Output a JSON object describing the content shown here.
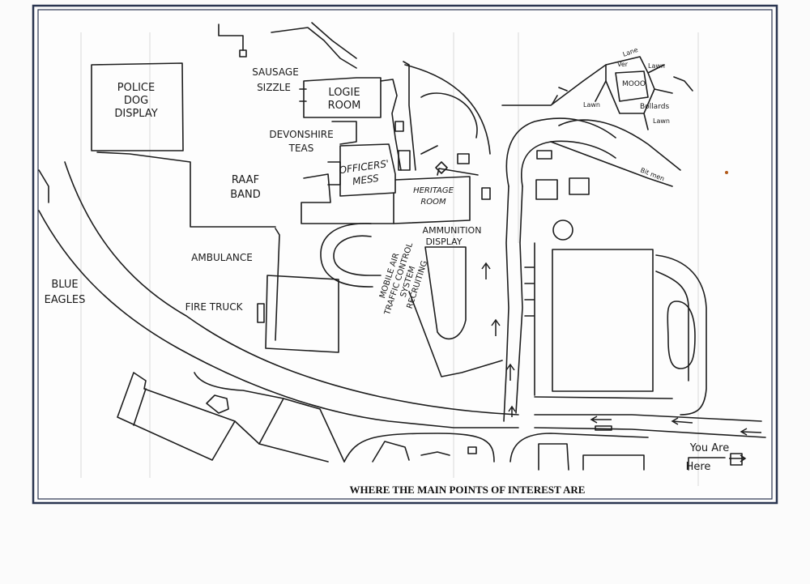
{
  "caption": "WHERE THE MAIN POINTS OF INTEREST ARE",
  "labels": {
    "police_dog": [
      "POLICE",
      "DOG",
      "DISPLAY"
    ],
    "sausage": [
      "SAUSAGE",
      "SIZZLE"
    ],
    "logie": [
      "LOGIE",
      "ROOM"
    ],
    "devonshire": [
      "DEVONSHIRE",
      "TEAS"
    ],
    "officers": [
      "OFFICERS'",
      "MESS"
    ],
    "raaf": [
      "RAAF",
      "BAND"
    ],
    "heritage": [
      "HERITAGE",
      "ROOM"
    ],
    "ammunition": [
      "AMMUNITION",
      "DISPLAY"
    ],
    "ambulance": "AMBULANCE",
    "fire_truck": "FIRE TRUCK",
    "blue_eagles": [
      "BLUE",
      "EAGLES"
    ],
    "mobile": [
      "MOBILE AIR",
      "TRAFFIC CONTROL",
      "SYSTEM",
      "RECRUITING"
    ],
    "you_are_here": [
      "You Are",
      "Here"
    ],
    "inset": {
      "ver": "Ver",
      "moo": "MOOO",
      "lane": "Lane",
      "lawn": "Lawn",
      "lawn2": "Lawn",
      "lawn3": "Lawn",
      "bollards": "Bollards",
      "bitmen": "Bit men"
    }
  }
}
